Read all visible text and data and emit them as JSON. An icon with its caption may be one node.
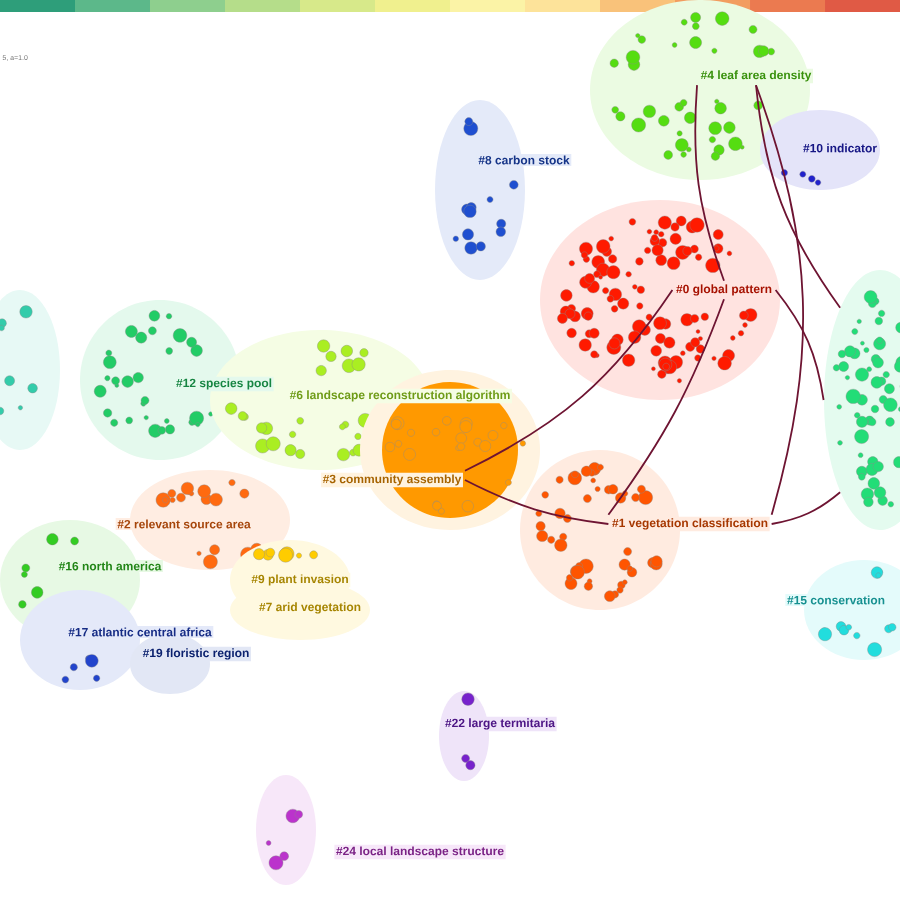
{
  "diagram": {
    "nodes": [
      {
        "text": [
          "#8 carbon stock"
        ]
      },
      {
        "text": [
          "#4 leaf area density"
        ]
      },
      {
        "text": [
          "#10 indicator"
        ]
      },
      {
        "text": [
          "#0 global pattern"
        ]
      },
      {
        "text": [],
        "shape": "circle"
      },
      {
        "text": [
          "#15 conservation"
        ]
      },
      {
        "text": [
          "#12 species pool"
        ]
      },
      {
        "text": [],
        "shape": "circle"
      },
      {
        "text": [
          "#6 landscape reconstruction algorithm"
        ]
      },
      {
        "text": [
          "#3 community assembly"
        ]
      },
      {
        "text": [
          "#1 vegetation classification"
        ]
      },
      {
        "text": [
          "#2 relevant source area"
        ]
      },
      {
        "text": [
          "#16 north america"
        ]
      },
      {
        "text": [
          "#9 plant invasion"
        ]
      },
      {
        "text": [
          "#7 arid vegetation"
        ]
      },
      {
        "text": [
          "#17 atlantic central africa"
        ]
      },
      {
        "text": [
          "#19 floristic region"
        ]
      },
      {
        "text": [
          "#22 large termitaria"
        ]
      },
      {
        "text": [
          "#24 local landscape structure"
        ]
      }
    ],
    "edges": [
      {
        "from": 3,
        "to": 1,
        "arrow": "none"
      },
      {
        "from": 3,
        "to": 7,
        "arrow": "none"
      },
      {
        "from": 1,
        "to": 7,
        "arrow": "none"
      },
      {
        "from": 10,
        "to": 3,
        "arrow": "none"
      },
      {
        "from": 10,
        "to": 7,
        "arrow": "none"
      },
      {
        "from": 10,
        "to": 1,
        "arrow": "none"
      },
      {
        "from": 9,
        "to": 3,
        "arrow": "none"
      },
      {
        "from": 9,
        "to": 10,
        "arrow": "none"
      }
    ],
    "labels": [
      "5, a=1.0"
    ]
  }
}
